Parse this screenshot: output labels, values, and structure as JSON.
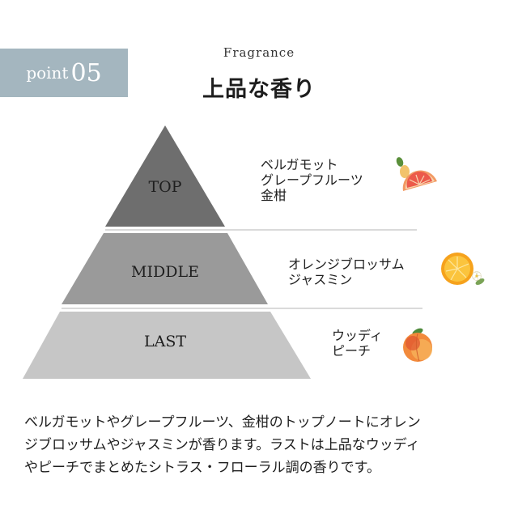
{
  "badge": {
    "word": "point",
    "number": "05"
  },
  "header": {
    "subtitle": "Fragrance",
    "title": "上品な香り"
  },
  "pyramid": {
    "top": {
      "label": "TOP",
      "notes": [
        "ベルガモット",
        "グレープフルーツ",
        "金柑"
      ],
      "icon": "grapefruit-icon"
    },
    "middle": {
      "label": "MIDDLE",
      "notes": [
        "オレンジブロッサム",
        "ジャスミン"
      ],
      "icon": "orange-blossom-icon"
    },
    "last": {
      "label": "LAST",
      "notes": [
        "ウッディ",
        "ピーチ"
      ],
      "icon": "peach-icon"
    }
  },
  "description": [
    "ベルガモットやグレープフルーツ、金柑のトップノートにオレン",
    "ジブロッサムやジャスミンが香ります。ラストは上品なウッディ",
    "やピーチでまとめたシトラス・フローラル調の香りです。"
  ],
  "colors": {
    "badge": "#a4b6bf",
    "top_tier": "#6e6e6e",
    "middle_tier": "#9a9a9a",
    "last_tier": "#c6c6c6",
    "divider": "#b5b5b5"
  }
}
